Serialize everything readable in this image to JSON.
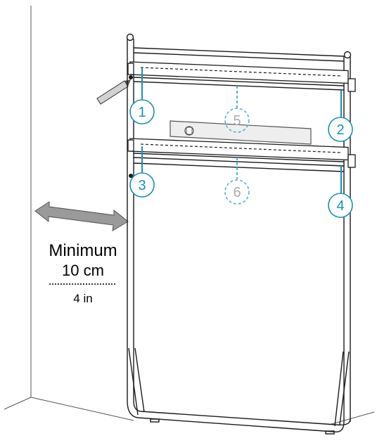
{
  "labels": {
    "minimum": "Minimum",
    "distance_metric": "10 cm",
    "distance_imperial": "4 in"
  },
  "callouts": [
    {
      "number": "1",
      "style": "solid"
    },
    {
      "number": "2",
      "style": "solid"
    },
    {
      "number": "3",
      "style": "solid"
    },
    {
      "number": "4",
      "style": "solid"
    },
    {
      "number": "5",
      "style": "dashed"
    },
    {
      "number": "6",
      "style": "dashed"
    }
  ],
  "colors": {
    "line": "#1a1a1a",
    "callout": "#1a8fb8",
    "callout_dashed": "#4fb3d9",
    "arrow_fill": "#9a9a9a",
    "level": "#eeeeee"
  }
}
